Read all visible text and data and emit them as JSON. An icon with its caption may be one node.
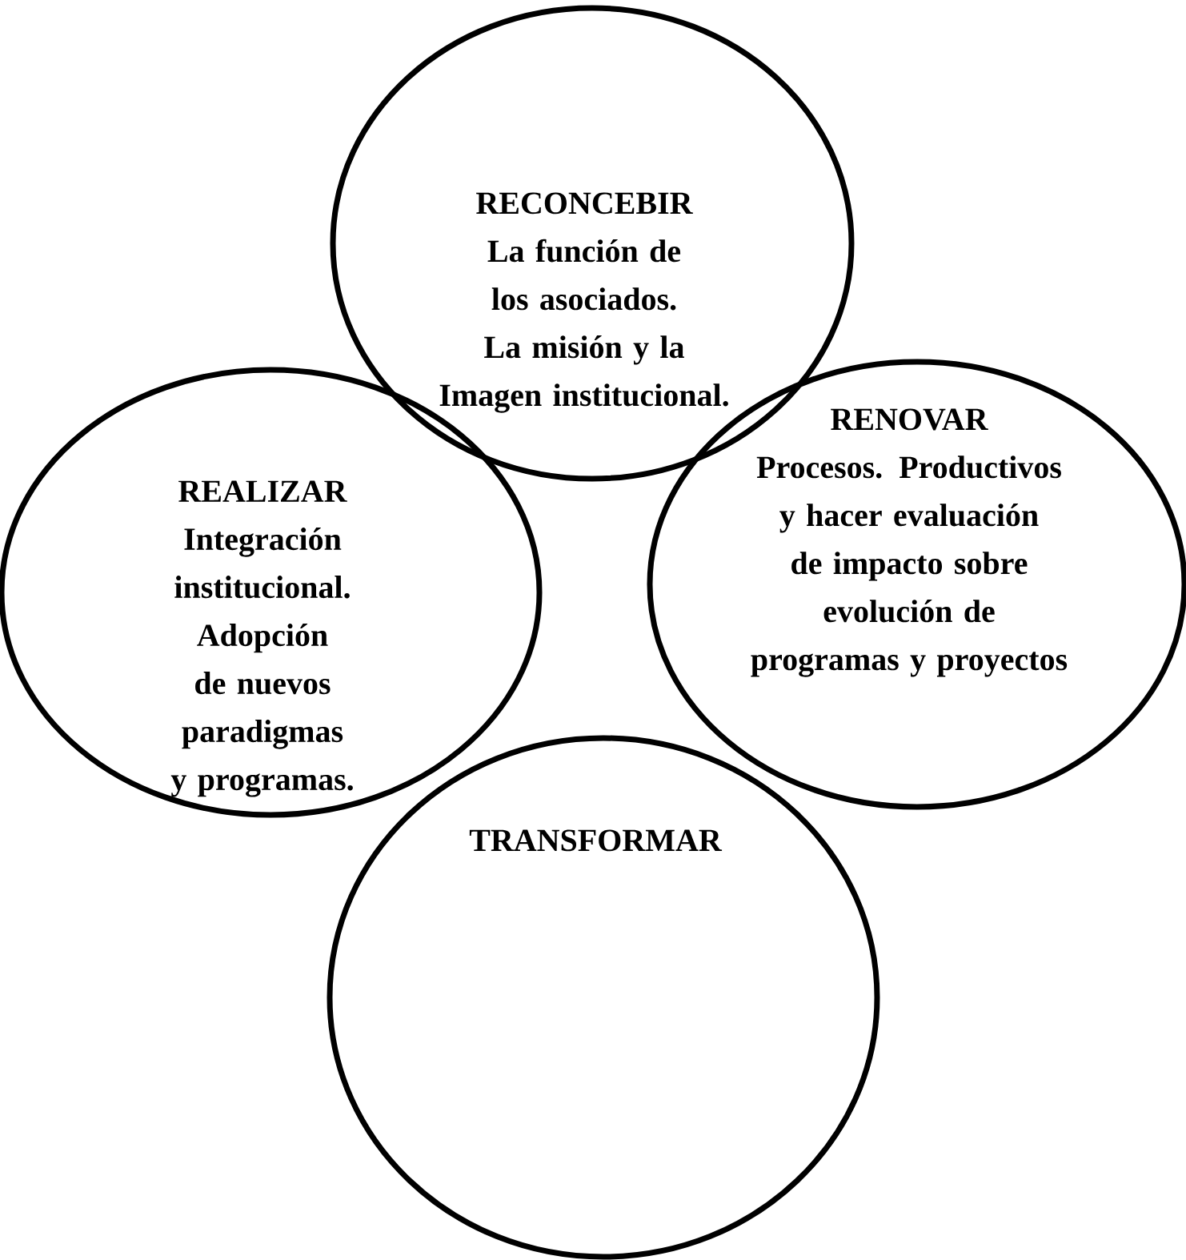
{
  "diagram": {
    "nodes": [
      {
        "text": [
          "RECONCEBIR",
          "La función de los asociados. La misión y la Imagen institucional."
        ]
      },
      {
        "text": [
          "RENOVAR",
          "Procesos. Productivos y hacer evaluación de impacto sobre evolución de programas y proyectos"
        ]
      },
      {
        "text": [
          "REALIZAR",
          "Integración institucional. Adopción de nuevos paradigmas y programas."
        ]
      },
      {
        "text": [
          "TRANSFORMAR"
        ]
      }
    ]
  }
}
